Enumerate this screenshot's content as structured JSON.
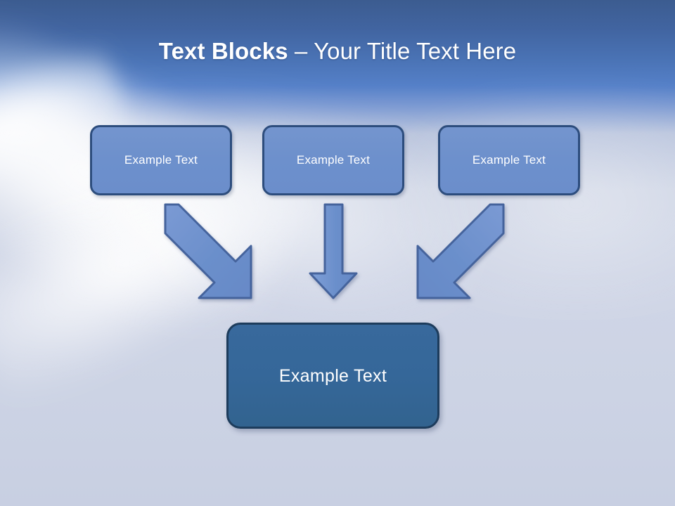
{
  "slide": {
    "title_strong": "Text Blocks",
    "title_separator": " – ",
    "title_light": "Your Title Text Here",
    "title_full": "Text Blocks – Your Title Text Here"
  },
  "colors": {
    "header_gradient_top": "#3c5c90",
    "header_gradient_bottom": "#5580c8",
    "background_body": "#ccd3e4",
    "top_box_fill": "#6d90cc",
    "top_box_border": "#2d4d7d",
    "result_box_fill": "#356799",
    "result_box_border": "#1d3c5c",
    "arrow_fill": "#6b8fcb",
    "arrow_border": "#44649c",
    "text_on_box": "#ffffff",
    "title_text": "#ffffff"
  },
  "top_boxes": [
    {
      "id": "box-1",
      "label": "Example Text"
    },
    {
      "id": "box-2",
      "label": "Example Text"
    },
    {
      "id": "box-3",
      "label": "Example Text"
    }
  ],
  "result_box": {
    "id": "box-result",
    "label": "Example Text"
  },
  "arrows": [
    {
      "name": "arrow-left-diagonal",
      "direction": "down-right",
      "from": "box-1",
      "to": "box-result"
    },
    {
      "name": "arrow-middle-vertical",
      "direction": "down",
      "from": "box-2",
      "to": "box-result"
    },
    {
      "name": "arrow-right-diagonal",
      "direction": "down-left",
      "from": "box-3",
      "to": "box-result"
    }
  ]
}
